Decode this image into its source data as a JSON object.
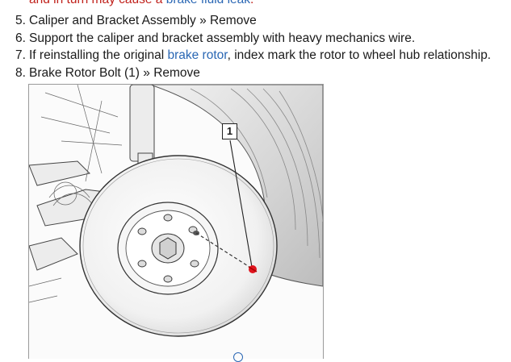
{
  "warning_fragment": {
    "text_before": "and in turn may cause a ",
    "link": "brake fluid leak",
    "text_after": "."
  },
  "steps": [
    {
      "number": "5.",
      "text": "Caliper and Bracket Assembly » Remove"
    },
    {
      "number": "6.",
      "text": "Support the caliper and bracket assembly with heavy mechanics wire."
    },
    {
      "number": "7.",
      "text_before": "If reinstalling the original ",
      "link": "brake rotor",
      "text_after": ", index mark the rotor to wheel hub relationship."
    },
    {
      "number": "8.",
      "text": "Brake Rotor Bolt (1) » Remove"
    }
  ],
  "figure": {
    "callout": "1",
    "icons": {
      "zoom": "zoom-icon"
    },
    "colors": {
      "marker": "#e0141e",
      "link": "#2a67b4",
      "warning": "#c0211b"
    }
  }
}
